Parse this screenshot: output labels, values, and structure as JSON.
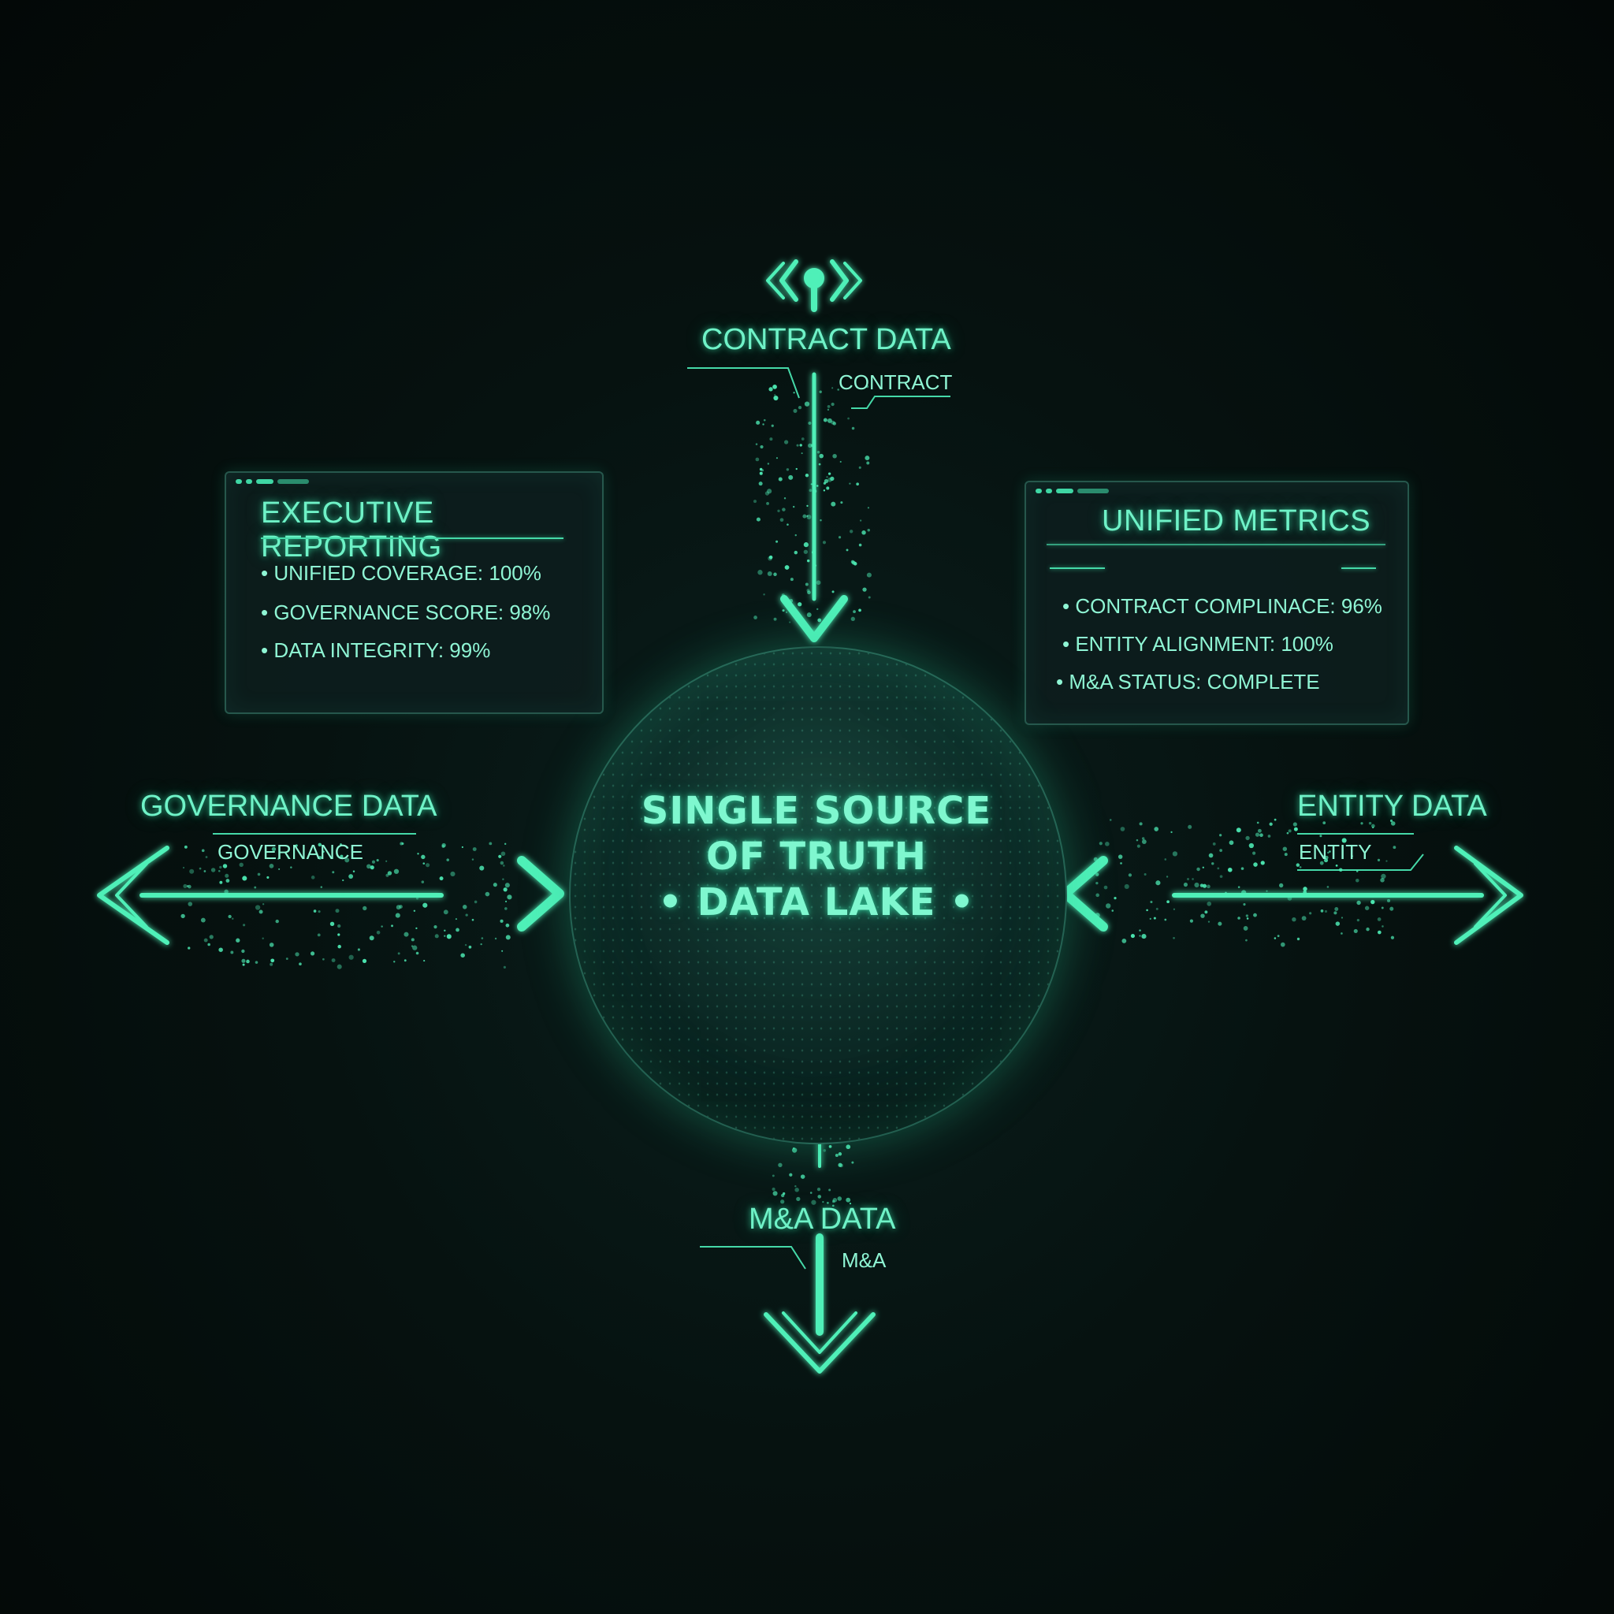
{
  "center": {
    "line1": "SINGLE SOURCE",
    "line2": "OF TRUTH",
    "line3": "• DATA LAKE •"
  },
  "nodes": {
    "top": {
      "title": "CONTRACT DATA",
      "subtitle": "CONTRACT"
    },
    "left": {
      "title": "GOVERNANCE DATA",
      "subtitle": "GOVERNANCE"
    },
    "right": {
      "title": "ENTITY DATA",
      "subtitle": "ENTITY"
    },
    "bottom": {
      "title": "M&A DATA",
      "subtitle": "M&A"
    }
  },
  "panels": {
    "executive": {
      "title": "EXECUTIVE REPORTING",
      "items": [
        "• UNIFIED COVERAGE:  100%",
        "• GOVERNANCE SCORE: 98%",
        "• DATA INTEGRITY: 99%"
      ]
    },
    "metrics": {
      "title": "UNIFIED METRICS",
      "items": [
        "• CONTRACT COMPLINACE: 96%",
        "• ENTITY ALIGNMENT: 100%",
        "• M&A STATUS: COMPLETE"
      ]
    }
  },
  "colors": {
    "accent": "#4ff0b8",
    "background": "#050d0c",
    "panel": "#0e1e1e"
  },
  "icons": {
    "top": "signal-beacon-icon",
    "arrows": "chevron-arrow-icon"
  }
}
